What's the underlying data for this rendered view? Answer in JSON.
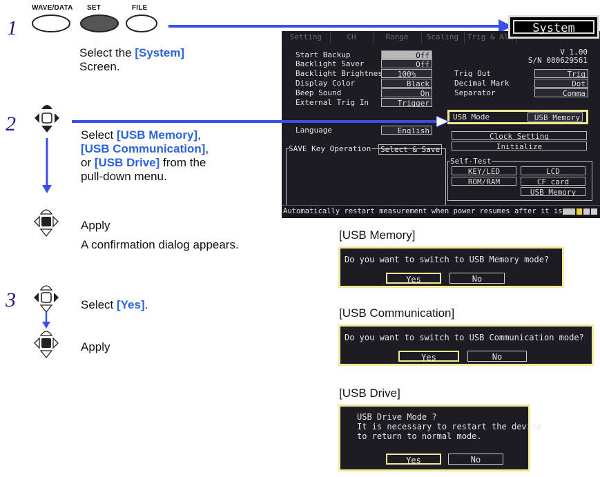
{
  "keys": {
    "wave_data": "WAVE/DATA",
    "set": "SET",
    "file": "FILE"
  },
  "steps": {
    "s1": {
      "number": "1",
      "text": "Select the ",
      "bold": "[System]",
      "text2": "Screen."
    },
    "s2": {
      "number": "2",
      "text_pre": "Select ",
      "opt1": "[USB Memory]",
      "comma1": ",",
      "opt2": "[USB Communication]",
      "comma2": ",",
      "or": "or ",
      "opt3": "[USB Drive]",
      "text_post1": " from the",
      "text_post2": "pull-down menu.",
      "apply": "Apply",
      "confirm": "A confirmation dialog appears."
    },
    "s3": {
      "number": "3",
      "text": "Select ",
      "bold": "[Yes]",
      "dot": ".",
      "apply": "Apply"
    }
  },
  "system_tab": "System",
  "screen": {
    "tabs": [
      "Setting",
      "CH",
      "Range",
      "Scaling",
      "Trig & Alm"
    ],
    "version": "V 1.00",
    "serial": "S/N 080629561",
    "left_settings": [
      {
        "label": "Start Backup",
        "value": "Off"
      },
      {
        "label": "Backlight Saver",
        "value": "Off"
      },
      {
        "label": "Backlight Brightness",
        "value": "100%"
      },
      {
        "label": "Display Color",
        "value": "Black"
      },
      {
        "label": "Beep Sound",
        "value": "On"
      },
      {
        "label": "External Trig In",
        "value": "Trigger"
      },
      {
        "label": "Language",
        "value": "English"
      }
    ],
    "save_key": {
      "label": "SAVE Key Operation",
      "value": "Select & Save"
    },
    "right_settings": [
      {
        "label": "Trig Out",
        "value": "Trig"
      },
      {
        "label": "Decimal Mark",
        "value": "Dot"
      },
      {
        "label": "Separator",
        "value": "Comma"
      }
    ],
    "usb_mode": {
      "label": "USB Mode",
      "value": "USB Memory"
    },
    "clock_setting": "Clock Setting",
    "initialize": "Initialize",
    "self_test": {
      "title": "Self-Test",
      "items": [
        "KEY/LED",
        "LCD",
        "ROM/RAM",
        "CF card",
        "USB Memory"
      ]
    },
    "status": "Automatically restart measurement when power resumes after it is"
  },
  "dialogs": [
    {
      "caption": "[USB Memory]",
      "lines": [
        "Do you want to switch to USB Memory mode?"
      ],
      "yes": "Yes",
      "no": "No"
    },
    {
      "caption": "[USB Communication]",
      "lines": [
        "Do you want to switch to USB Communication mode?"
      ],
      "yes": "Yes",
      "no": "No"
    },
    {
      "caption": "[USB Drive]",
      "lines": [
        "USB Drive Mode ?",
        "It is necessary to restart the device",
        "to return to normal mode."
      ],
      "yes": "Yes",
      "no": "No"
    }
  ],
  "colors": {
    "arrow": "#3a4fe6",
    "highlight": "#2a63e0",
    "dialog_border": "#f1ea9a"
  }
}
